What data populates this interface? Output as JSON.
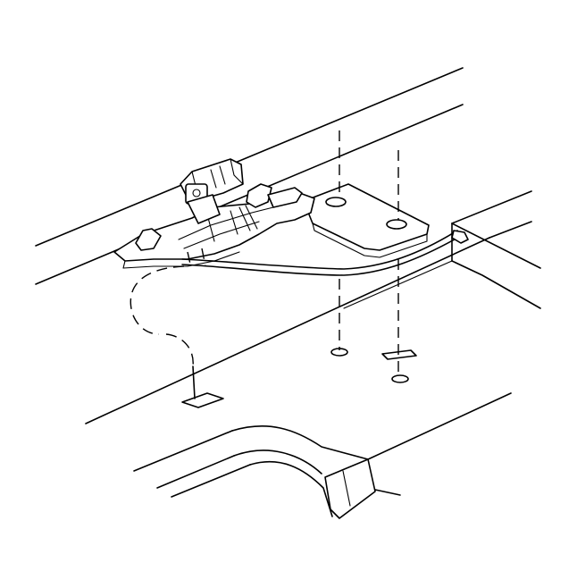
{
  "diagram": {
    "kind": "technical line drawing",
    "style": "black line art on white",
    "colors": {
      "line": "#000000",
      "background": "#ffffff"
    },
    "components": [
      "upper-panel",
      "latch-assembly",
      "release-cable",
      "mounting-bracket",
      "fastener-guides",
      "floor-channel"
    ]
  }
}
